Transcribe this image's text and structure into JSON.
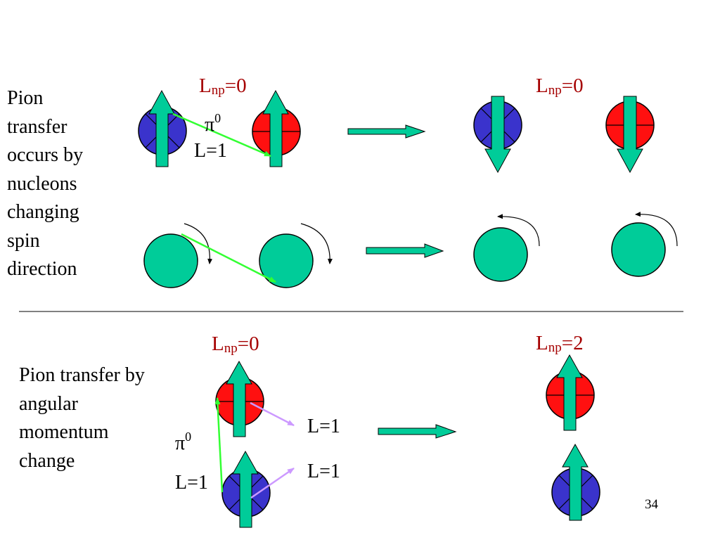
{
  "colors": {
    "red_nucleon": "#ff1010",
    "blue_nucleon": "#3a33cc",
    "spin_arrow": "#00cc99",
    "pion_arrow": "#33ff33",
    "lavender_arrow": "#cc99ff",
    "label_red": "#a50000"
  },
  "top": {
    "text": "Pion transfer occurs by nucleons changing spin direction",
    "left_L": {
      "main": "L",
      "sub": "np",
      "value": "=0"
    },
    "right_L": {
      "main": "L",
      "sub": "np",
      "value": "=0"
    },
    "pion": {
      "symbol": "π",
      "sup": "0"
    },
    "L1": "L=1"
  },
  "bottom": {
    "text": "Pion transfer by angular momentum change",
    "left_L": {
      "main": "L",
      "sub": "np",
      "value": "=0"
    },
    "right_L": {
      "main": "L",
      "sub": "np",
      "value": "=2"
    },
    "pion": {
      "symbol": "π",
      "sup": "0"
    },
    "L1_left": "L=1",
    "L1_upper": "L=1",
    "L1_lower": "L=1"
  },
  "page_number": "34"
}
